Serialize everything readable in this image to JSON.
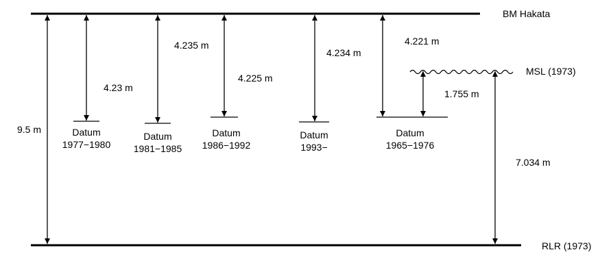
{
  "references": {
    "top": "BM Hakata",
    "msl": "MSL (1973)",
    "bottom": "RLR (1973)"
  },
  "total_height": "9.5 m",
  "datums": [
    {
      "line1": "Datum",
      "line2": "1977−1980",
      "distance": "4.23 m"
    },
    {
      "line1": "Datum",
      "line2": "1981−1985",
      "distance": "4.235 m"
    },
    {
      "line1": "Datum",
      "line2": "1986−1992",
      "distance": "4.225 m"
    },
    {
      "line1": "Datum",
      "line2": "1993−",
      "distance": "4.234 m"
    },
    {
      "line1": "Datum",
      "line2": "1965−1976",
      "distance": "4.221 m"
    }
  ],
  "msl_above_datum": "1.755 m",
  "msl_above_rlr": "7.034 m"
}
